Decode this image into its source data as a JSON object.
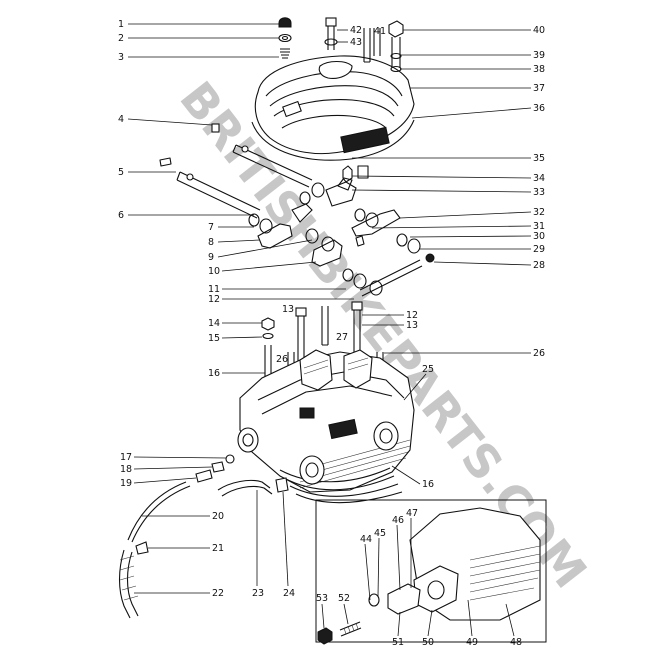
{
  "watermark": "BRITISHBIKEPARTS.COM",
  "callouts_left": [
    "1",
    "2",
    "3",
    "4",
    "5",
    "6",
    "7",
    "8",
    "9",
    "10",
    "11",
    "12",
    "13",
    "14",
    "15",
    "26",
    "16",
    "17",
    "18",
    "19",
    "20",
    "21",
    "22",
    "23",
    "24"
  ],
  "callouts_right": [
    "42",
    "43",
    "41",
    "40",
    "39",
    "38",
    "37",
    "36",
    "35",
    "34",
    "33",
    "32",
    "31",
    "30",
    "29",
    "28",
    "12",
    "13",
    "27",
    "26",
    "25",
    "16"
  ],
  "inset_callouts": [
    "47",
    "46",
    "45",
    "44",
    "53",
    "52",
    "51",
    "50",
    "49",
    "48"
  ]
}
